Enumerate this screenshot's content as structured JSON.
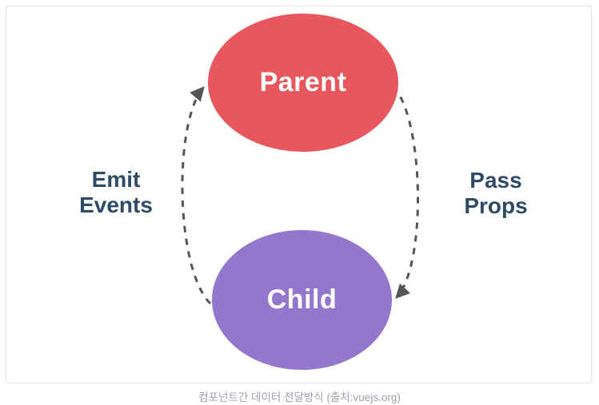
{
  "diagram": {
    "nodes": {
      "parent": {
        "label": "Parent",
        "color": "#e8575e",
        "text_color": "#ffffff"
      },
      "child": {
        "label": "Child",
        "color": "#9476cc",
        "text_color": "#ffffff"
      }
    },
    "edges": {
      "emit": {
        "label_lines": [
          "Emit",
          "Events"
        ],
        "from": "Child",
        "to": "Parent",
        "style": "dashed-arrow"
      },
      "pass": {
        "label_lines": [
          "Pass",
          "Props"
        ],
        "from": "Parent",
        "to": "Child",
        "style": "dashed-arrow"
      }
    },
    "edge_label_color": "#2f4a66",
    "arrow_color": "#555555",
    "frame_border_color": "#e3e3e3"
  },
  "caption": {
    "text": "컴포넌트간 데이터 전달방식 (출처:vuejs.org)",
    "color": "#9aa1ad"
  }
}
